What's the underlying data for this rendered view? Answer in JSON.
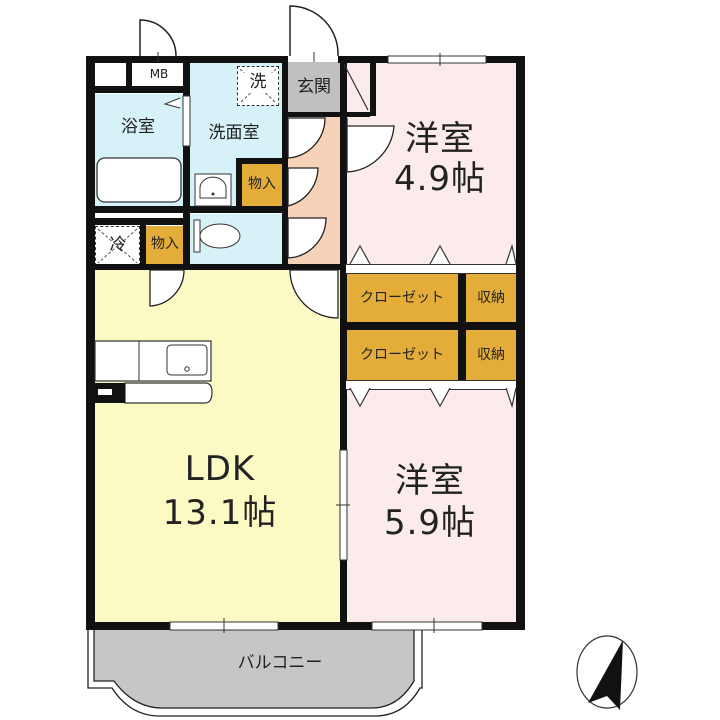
{
  "floorplan": {
    "colors": {
      "wall": "#111111",
      "western_room": "#fcebeb",
      "ldk": "#fbf9c4",
      "wet_area": "#d7f1f8",
      "storage": "#e4ad39",
      "entrance": "#c0c0c0",
      "hallway": "#f6d3b8",
      "balcony": "#c6c6c6"
    },
    "rooms": {
      "western_room_1": {
        "name": "洋室",
        "size": "4.9帖"
      },
      "western_room_2": {
        "name": "洋室",
        "size": "5.9帖"
      },
      "ldk": {
        "name": "LDK",
        "size": "13.1帖"
      },
      "bathroom": {
        "name": "浴室"
      },
      "washroom": {
        "name": "洗面室"
      },
      "entrance": {
        "name": "玄関"
      },
      "balcony": {
        "name": "バルコニー"
      }
    },
    "storage": {
      "mb": "MB",
      "storage_wash": "物入",
      "storage_kitchen": "物入",
      "closet_1": "クローゼット",
      "closet_2": "クローゼット",
      "shuno_1": "収納",
      "shuno_2": "収納"
    },
    "appliances": {
      "washer": "洗",
      "fridge": "冷"
    },
    "compass": {
      "label": "north-arrow"
    }
  }
}
